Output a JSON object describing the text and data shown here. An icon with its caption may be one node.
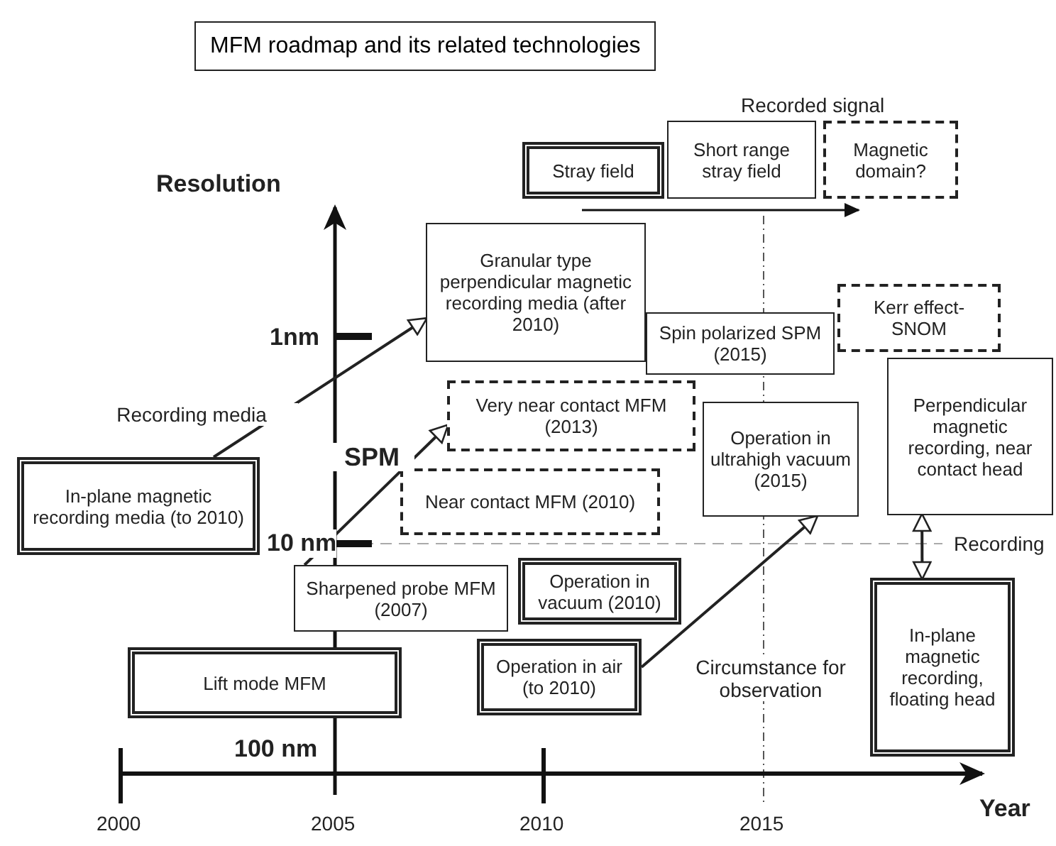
{
  "diagram": {
    "title": "MFM roadmap and its related technologies",
    "nodes": [
      {
        "text": [
          "Stray field"
        ]
      },
      {
        "text": [
          "Short range stray field"
        ]
      },
      {
        "text": [
          "Magnetic domain?"
        ]
      },
      {
        "text": [
          "Granular type perpendicular magnetic recording media (after 2010)"
        ]
      },
      {
        "text": [
          "Kerr effect- SNOM"
        ]
      },
      {
        "text": [
          "Spin polarized SPM (2015)"
        ]
      },
      {
        "text": [
          "Very near contact MFM (2013)"
        ]
      },
      {
        "text": [
          "Perpendicular magnetic recording, near contact head"
        ]
      },
      {
        "text": [
          "In-plane magnetic recording media (to 2010)"
        ]
      },
      {
        "text": [
          "Near contact MFM (2010)"
        ]
      },
      {
        "text": [
          "Operation in ultrahigh vacuum (2015)"
        ]
      },
      {
        "text": [
          "Sharpened probe MFM (2007)"
        ]
      },
      {
        "text": [
          "Operation in vacuum (2010)"
        ]
      },
      {
        "text": [
          "In-plane magnetic recording, floating head"
        ]
      },
      {
        "text": [
          "Lift mode MFM"
        ]
      },
      {
        "text": [
          "Operation in air (to 2010)"
        ]
      }
    ],
    "edges": [
      {
        "from": 8,
        "to": 3,
        "arrow": "to",
        "label": "Recording media"
      },
      {
        "from": 11,
        "to": 6,
        "arrow": "to",
        "label": "SPM"
      },
      {
        "from": 15,
        "to": 10,
        "arrow": "to",
        "label": "Circumstance for observation"
      },
      {
        "from": 7,
        "to": 13,
        "arrow": "both"
      }
    ],
    "labels": [
      "Recorded signal",
      "Resolution",
      "1nm",
      "10 nm",
      "Recording",
      "100 nm",
      "2000",
      "2005",
      "2010",
      "2015",
      "Year"
    ]
  }
}
